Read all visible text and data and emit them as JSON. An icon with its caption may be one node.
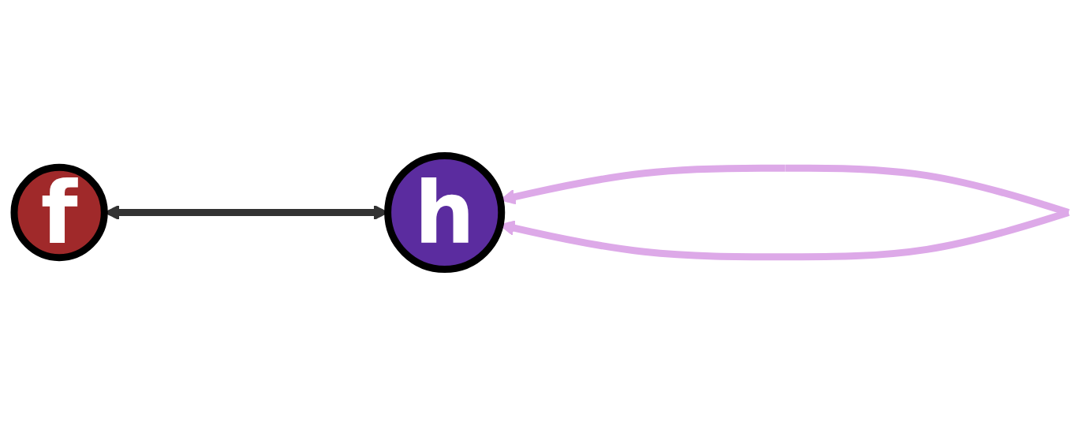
{
  "diagram": {
    "nodes": [
      {
        "text": [
          "f"
        ]
      },
      {
        "text": [
          "h"
        ]
      }
    ],
    "edges": [
      {
        "from": 0,
        "to": 1,
        "arrow": "both"
      },
      {
        "from": 1,
        "to": 1,
        "arrow": "both",
        "color": "#dda9e8"
      }
    ]
  }
}
